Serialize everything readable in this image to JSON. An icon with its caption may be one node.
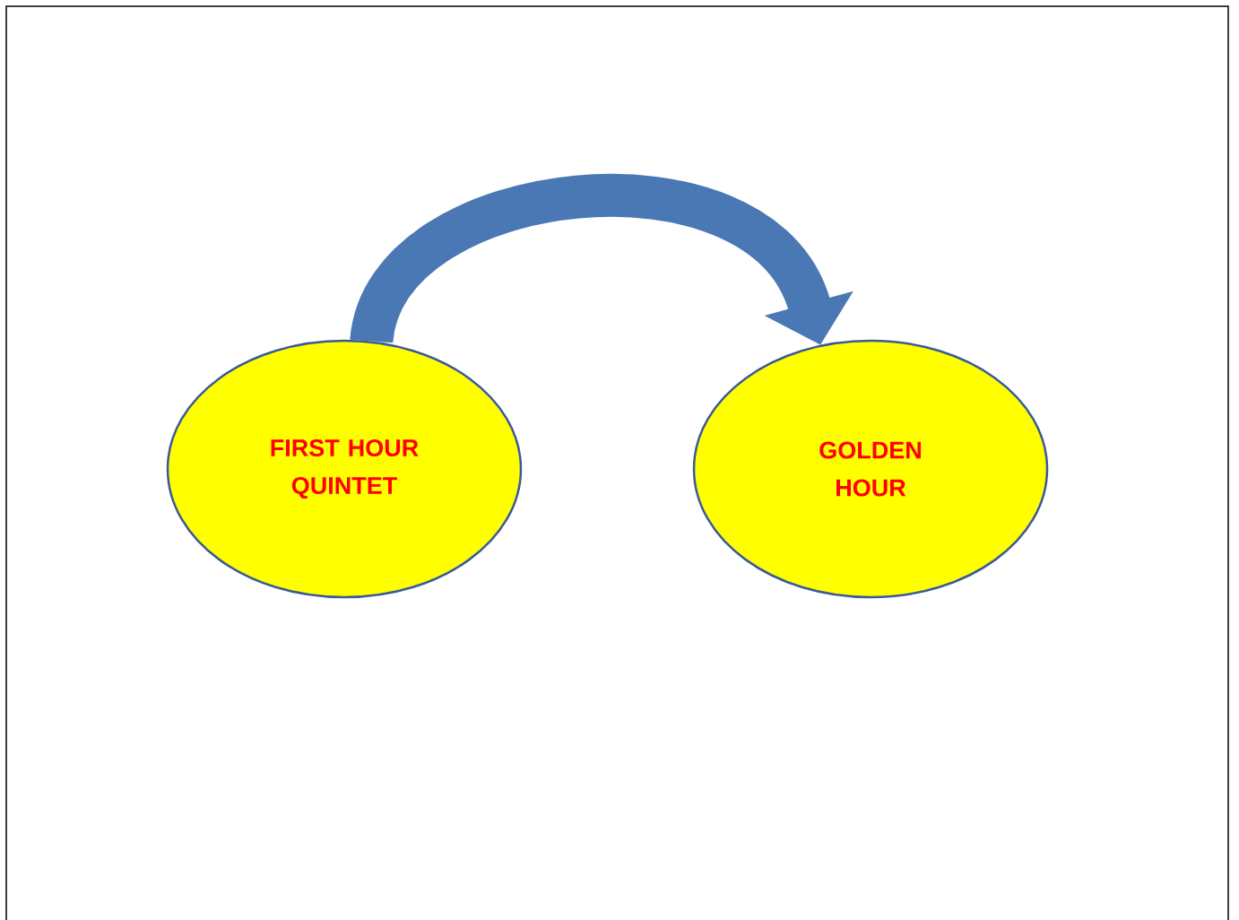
{
  "diagram": {
    "nodes": [
      {
        "text": [
          "FIRST HOUR QUINTET"
        ]
      },
      {
        "text": [
          "GOLDEN HOUR"
        ]
      }
    ],
    "edges": [
      {
        "from": 0,
        "to": 1,
        "arrow": "to"
      }
    ]
  }
}
